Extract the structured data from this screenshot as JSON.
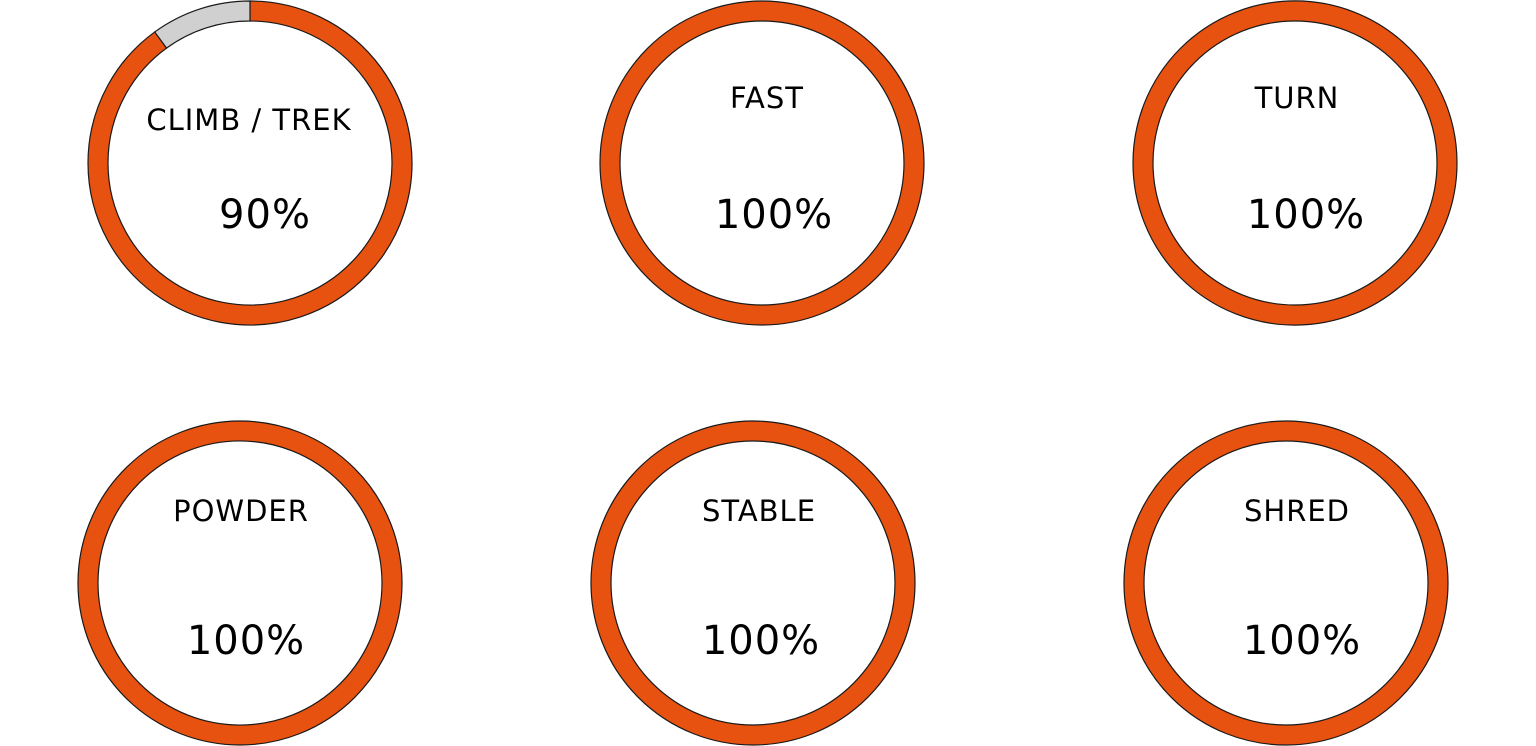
{
  "colors": {
    "fill": "#E85210",
    "remainder": "#D0D0D0",
    "outline": "#1a1a1a"
  },
  "chart_data": [
    {
      "type": "pie",
      "label": "CLIMB / TREK",
      "percent": 90,
      "value_text": "90%"
    },
    {
      "type": "pie",
      "label": "FAST",
      "percent": 100,
      "value_text": "100%"
    },
    {
      "type": "pie",
      "label": "TURN",
      "percent": 100,
      "value_text": "100%"
    },
    {
      "type": "pie",
      "label": "POWDER",
      "percent": 100,
      "value_text": "100%"
    },
    {
      "type": "pie",
      "label": "STABLE",
      "percent": 100,
      "value_text": "100%"
    },
    {
      "type": "pie",
      "label": "SHRED",
      "percent": 100,
      "value_text": "100%"
    }
  ]
}
